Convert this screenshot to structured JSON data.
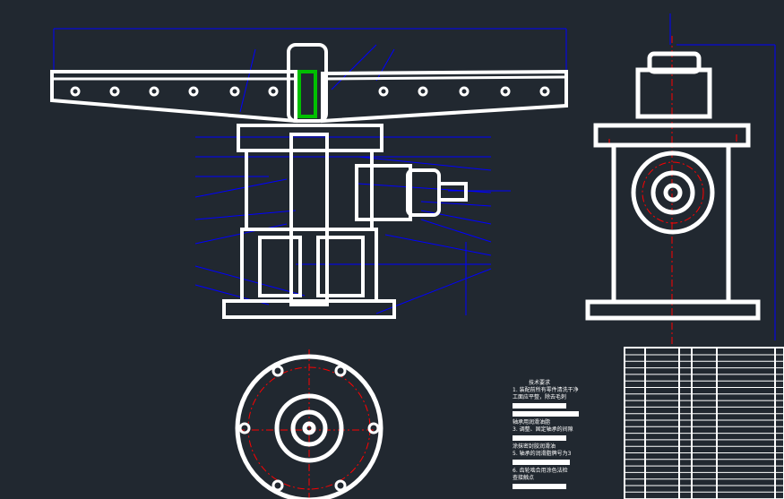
{
  "drawing": {
    "tech_requirements": {
      "title": "技术要求",
      "lines": [
        "1. 装配前所有零件清洗干净",
        "工面应平整，除去毛刺",
        "轴承用润滑油脂",
        "3. 调整、固定轴承的间隙",
        "涂抹密封胶润滑油",
        "5. 轴承的润滑脂牌号为3",
        "6. 齿轮啮合用涂色法检",
        "查接触点"
      ]
    },
    "colors": {
      "background": "#212830",
      "line": "#ffffff",
      "dimension": "#0000ff",
      "centerline": "#ff0000"
    }
  }
}
